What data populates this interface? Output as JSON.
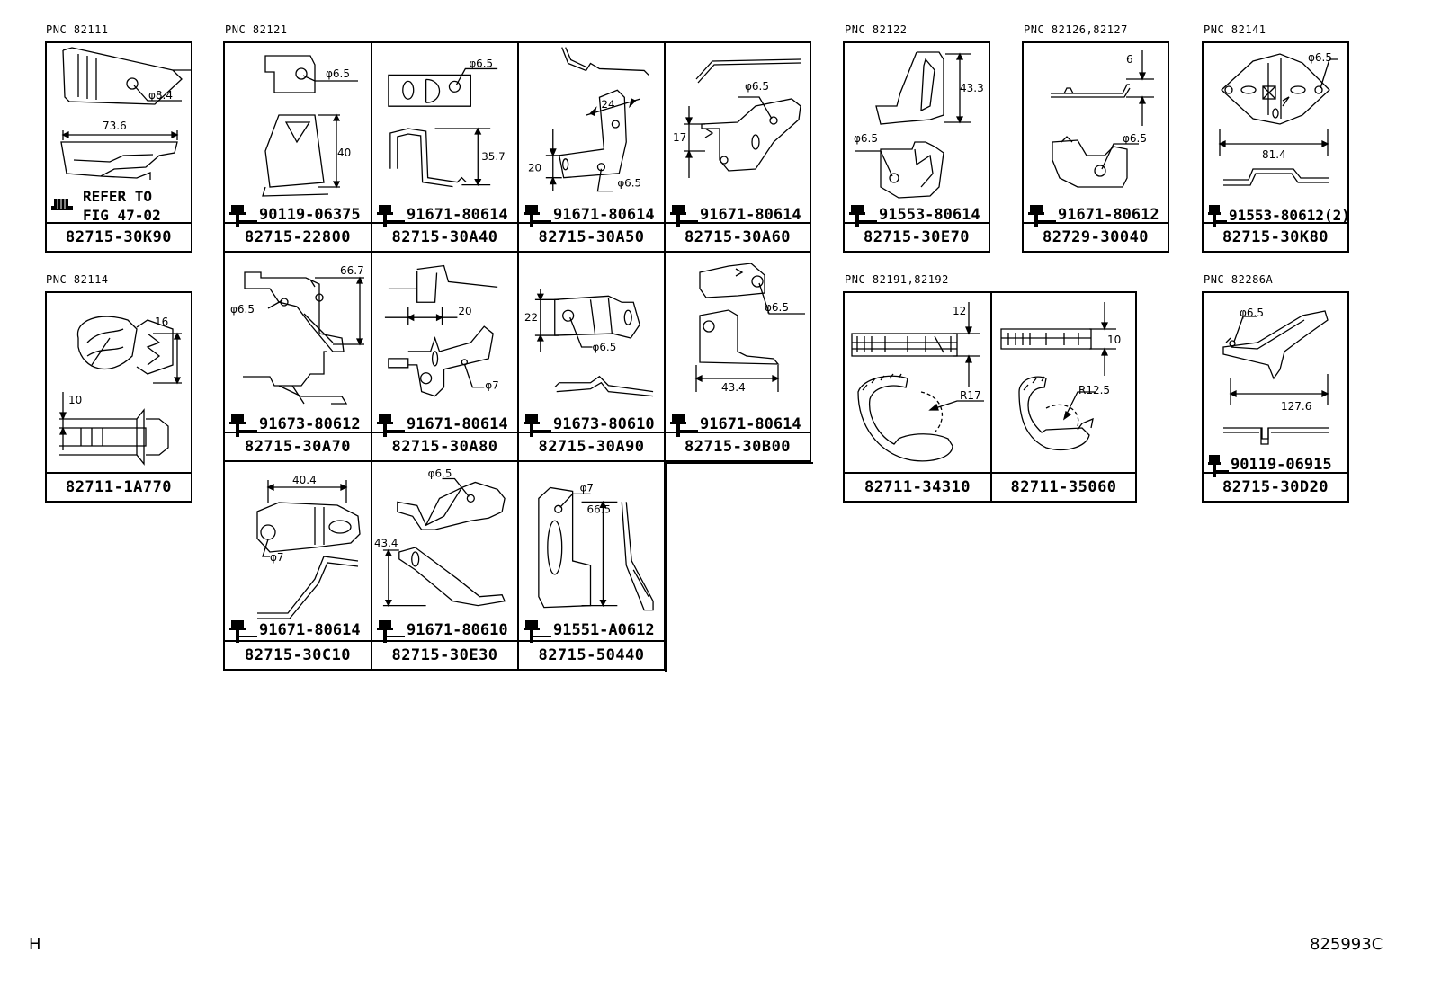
{
  "footer": {
    "left_code": "H",
    "right_code": "825993C"
  },
  "groups": [
    {
      "pnc": "PNC 82111",
      "cells": [
        {
          "part": "82715-30K90",
          "refer": [
            "REFER TO",
            "FIG 47-02"
          ],
          "dims": [
            "φ8.4",
            "73.6"
          ]
        }
      ]
    },
    {
      "pnc": "PNC 82114",
      "cells": [
        {
          "part": "82711-1A770",
          "dims": [
            "16",
            "10"
          ]
        }
      ]
    },
    {
      "pnc": "PNC 82121",
      "cells": [
        {
          "part": "82715-22800",
          "bolt": "90119-06375",
          "dims": [
            "φ6.5",
            "40"
          ]
        },
        {
          "part": "82715-30A40",
          "bolt": "91671-80614",
          "dims": [
            "φ6.5",
            "35.7"
          ]
        },
        {
          "part": "82715-30A50",
          "bolt": "91671-80614",
          "dims": [
            "24",
            "20",
            "φ6.5"
          ]
        },
        {
          "part": "82715-30A60",
          "bolt": "91671-80614",
          "dims": [
            "φ6.5",
            "17"
          ]
        },
        {
          "part": "82715-30A70",
          "bolt": "91673-80612",
          "dims": [
            "66.7",
            "φ6.5"
          ]
        },
        {
          "part": "82715-30A80",
          "bolt": "91671-80614",
          "dims": [
            "20",
            "φ7"
          ]
        },
        {
          "part": "82715-30A90",
          "bolt": "91673-80610",
          "dims": [
            "22",
            "φ6.5"
          ]
        },
        {
          "part": "82715-30B00",
          "bolt": "91671-80614",
          "dims": [
            "φ6.5",
            "43.4"
          ]
        },
        {
          "part": "82715-30C10",
          "bolt": "91671-80614",
          "dims": [
            "40.4",
            "φ7"
          ]
        },
        {
          "part": "82715-30E30",
          "bolt": "91671-80610",
          "dims": [
            "φ6.5",
            "43.4"
          ]
        },
        {
          "part": "82715-50440",
          "bolt": "91551-A0612",
          "dims": [
            "φ7",
            "66.5"
          ]
        }
      ]
    },
    {
      "pnc": "PNC 82122",
      "cells": [
        {
          "part": "82715-30E70",
          "bolt": "91553-80614",
          "dims": [
            "43.3",
            "φ6.5"
          ]
        }
      ]
    },
    {
      "pnc": "PNC 82126,82127",
      "cells": [
        {
          "part": "82729-30040",
          "bolt": "91671-80612",
          "dims": [
            "6",
            "φ6.5"
          ]
        }
      ]
    },
    {
      "pnc": "PNC 82141",
      "cells": [
        {
          "part": "82715-30K80",
          "bolt": "91553-80612(2)",
          "dims": [
            "φ6.5",
            "81.4"
          ]
        }
      ]
    },
    {
      "pnc": "PNC 82191,82192",
      "cells": [
        {
          "part": "82711-34310",
          "dims": [
            "12",
            "R17"
          ]
        },
        {
          "part": "82711-35060",
          "dims": [
            "10",
            "R12.5"
          ]
        }
      ]
    },
    {
      "pnc": "PNC 82286A",
      "cells": [
        {
          "part": "82715-30D20",
          "bolt": "90119-06915",
          "dims": [
            "φ6.5",
            "127.6"
          ]
        }
      ]
    }
  ]
}
